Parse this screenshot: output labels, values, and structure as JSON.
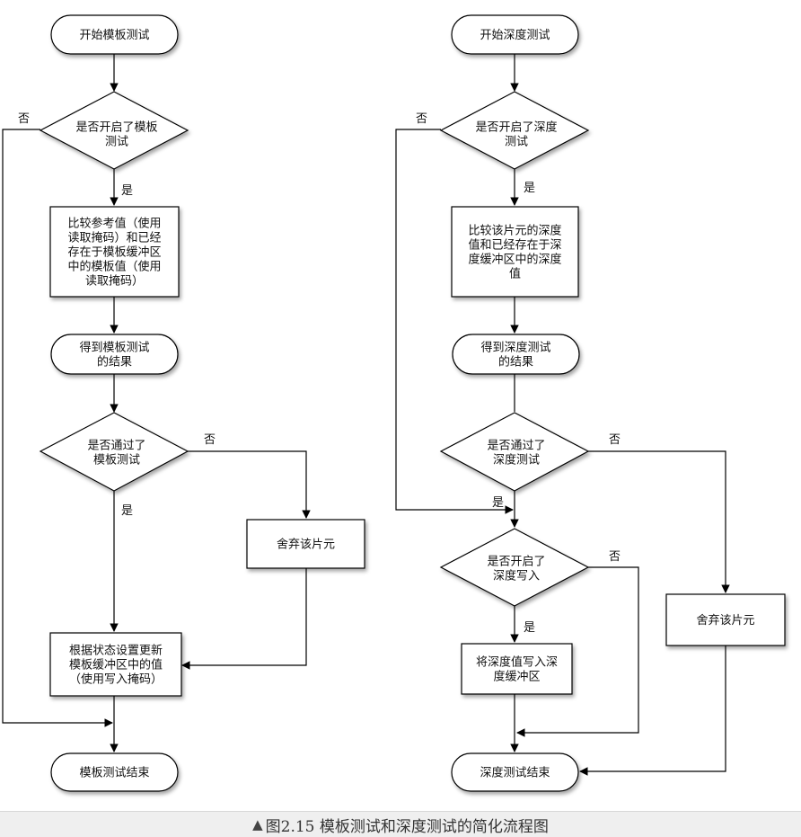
{
  "nodes": {
    "stencil_start": [
      "开始模板测试"
    ],
    "stencil_enabled_q": [
      "是否开启了模板",
      "测试"
    ],
    "stencil_compare": [
      "比较参考值（使用",
      "读取掩码）和已经",
      "存在于模板缓冲区",
      "中的模板值（使用",
      "读取掩码）"
    ],
    "stencil_result": [
      "得到模板测试",
      "的结果"
    ],
    "stencil_pass_q": [
      "是否通过了",
      "模板测试"
    ],
    "stencil_discard": [
      "舍弃该片元"
    ],
    "stencil_update": [
      "根据状态设置更新",
      "模板缓冲区中的值",
      "（使用写入掩码）"
    ],
    "stencil_end": [
      "模板测试结束"
    ],
    "depth_start": [
      "开始深度测试"
    ],
    "depth_enabled_q": [
      "是否开启了深度",
      "测试"
    ],
    "depth_compare": [
      "比较该片元的深度",
      "值和已经存在于深",
      "度缓冲区中的深度",
      "值"
    ],
    "depth_result": [
      "得到深度测试",
      "的结果"
    ],
    "depth_pass_q": [
      "是否通过了",
      "深度测试"
    ],
    "depth_write_q": [
      "是否开启了",
      "深度写入"
    ],
    "depth_write": [
      "将深度值写入深",
      "度缓冲区"
    ],
    "depth_discard": [
      "舍弃该片元"
    ],
    "depth_end": [
      "深度测试结束"
    ]
  },
  "labels": {
    "yes": "是",
    "no": "否"
  },
  "caption": {
    "marker": "▲",
    "text": "图2.15 模板测试和深度测试的简化流程图"
  }
}
